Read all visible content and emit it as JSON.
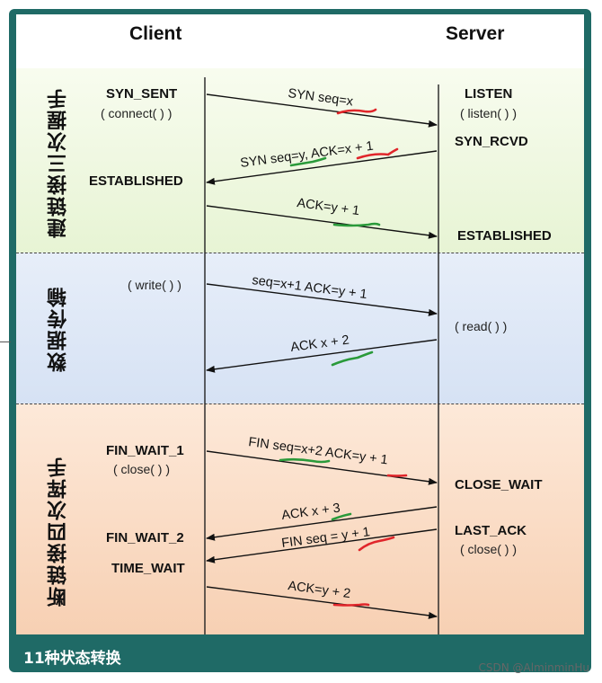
{
  "headers": {
    "client": "Client",
    "server": "Server"
  },
  "phases": {
    "setup": "建链接三次握手",
    "transfer": "数据传输",
    "teardown": "断链接四次挥手"
  },
  "client_states": {
    "syn_sent": "SYN_SENT",
    "connect_call": "( connect( ) )",
    "established": "ESTABLISHED",
    "write_call": "( write( ) )",
    "fin_wait_1": "FIN_WAIT_1",
    "close_call": "( close( ) )",
    "fin_wait_2": "FIN_WAIT_2",
    "time_wait": "TIME_WAIT"
  },
  "server_states": {
    "listen": "LISTEN",
    "listen_call": "( listen( ) )",
    "syn_rcvd": "SYN_RCVD",
    "established": "ESTABLISHED",
    "read_call": "( read( ) )",
    "close_wait": "CLOSE_WAIT",
    "last_ack": "LAST_ACK",
    "close_call": "( close( ) )"
  },
  "messages": [
    {
      "label": "SYN seq=x",
      "direction": "client-to-server"
    },
    {
      "label": "SYN seq=y, ACK=x + 1",
      "direction": "server-to-client"
    },
    {
      "label": "ACK=y + 1",
      "direction": "client-to-server"
    },
    {
      "label": "seq=x+1 ACK=y + 1",
      "direction": "client-to-server"
    },
    {
      "label": "ACK x + 2",
      "direction": "server-to-client"
    },
    {
      "label": "FIN seq=x+2 ACK=y + 1",
      "direction": "client-to-server"
    },
    {
      "label": "ACK x + 3",
      "direction": "server-to-client"
    },
    {
      "label": "FIN seq = y + 1",
      "direction": "server-to-client"
    },
    {
      "label": "ACK=y + 2",
      "direction": "client-to-server"
    }
  ],
  "colors": {
    "annotation_red": "#e0262b",
    "annotation_green": "#2a9a3a",
    "frame": "#1f6a66"
  },
  "footer": "11种状态转换",
  "watermark": "CSDN @AlminminHu"
}
